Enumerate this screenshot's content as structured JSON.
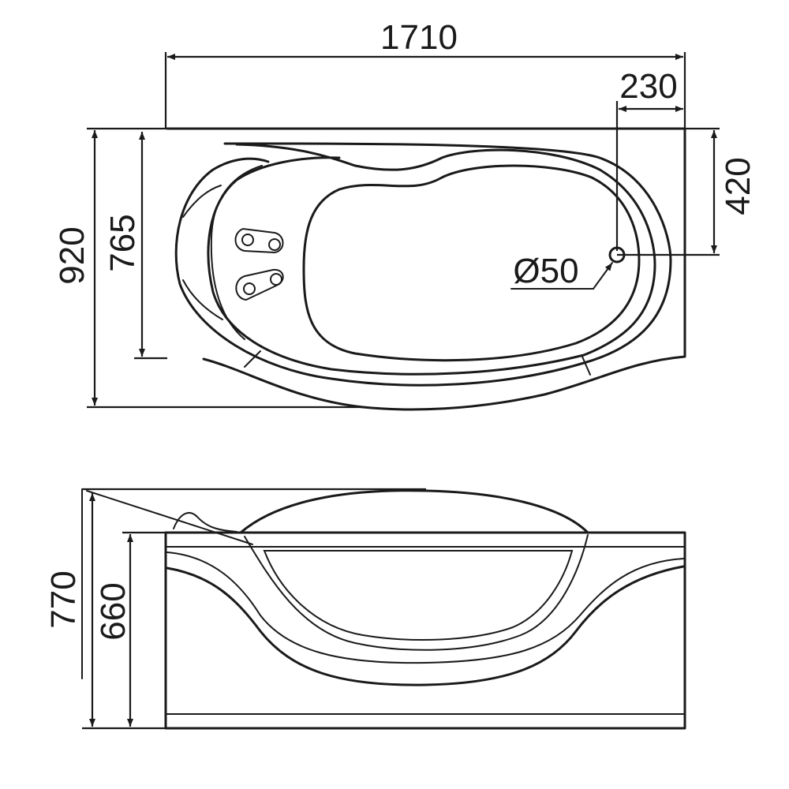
{
  "colors": {
    "line": "#1a1a1a",
    "background": "#ffffff"
  },
  "top_view": {
    "overall_length": "1710",
    "drain_offset": "230",
    "drain_depth": "420",
    "overall_width": "920",
    "inner_width": "765",
    "drain_diameter": "Ø50"
  },
  "side_view": {
    "overall_height": "770",
    "rim_height": "660"
  }
}
